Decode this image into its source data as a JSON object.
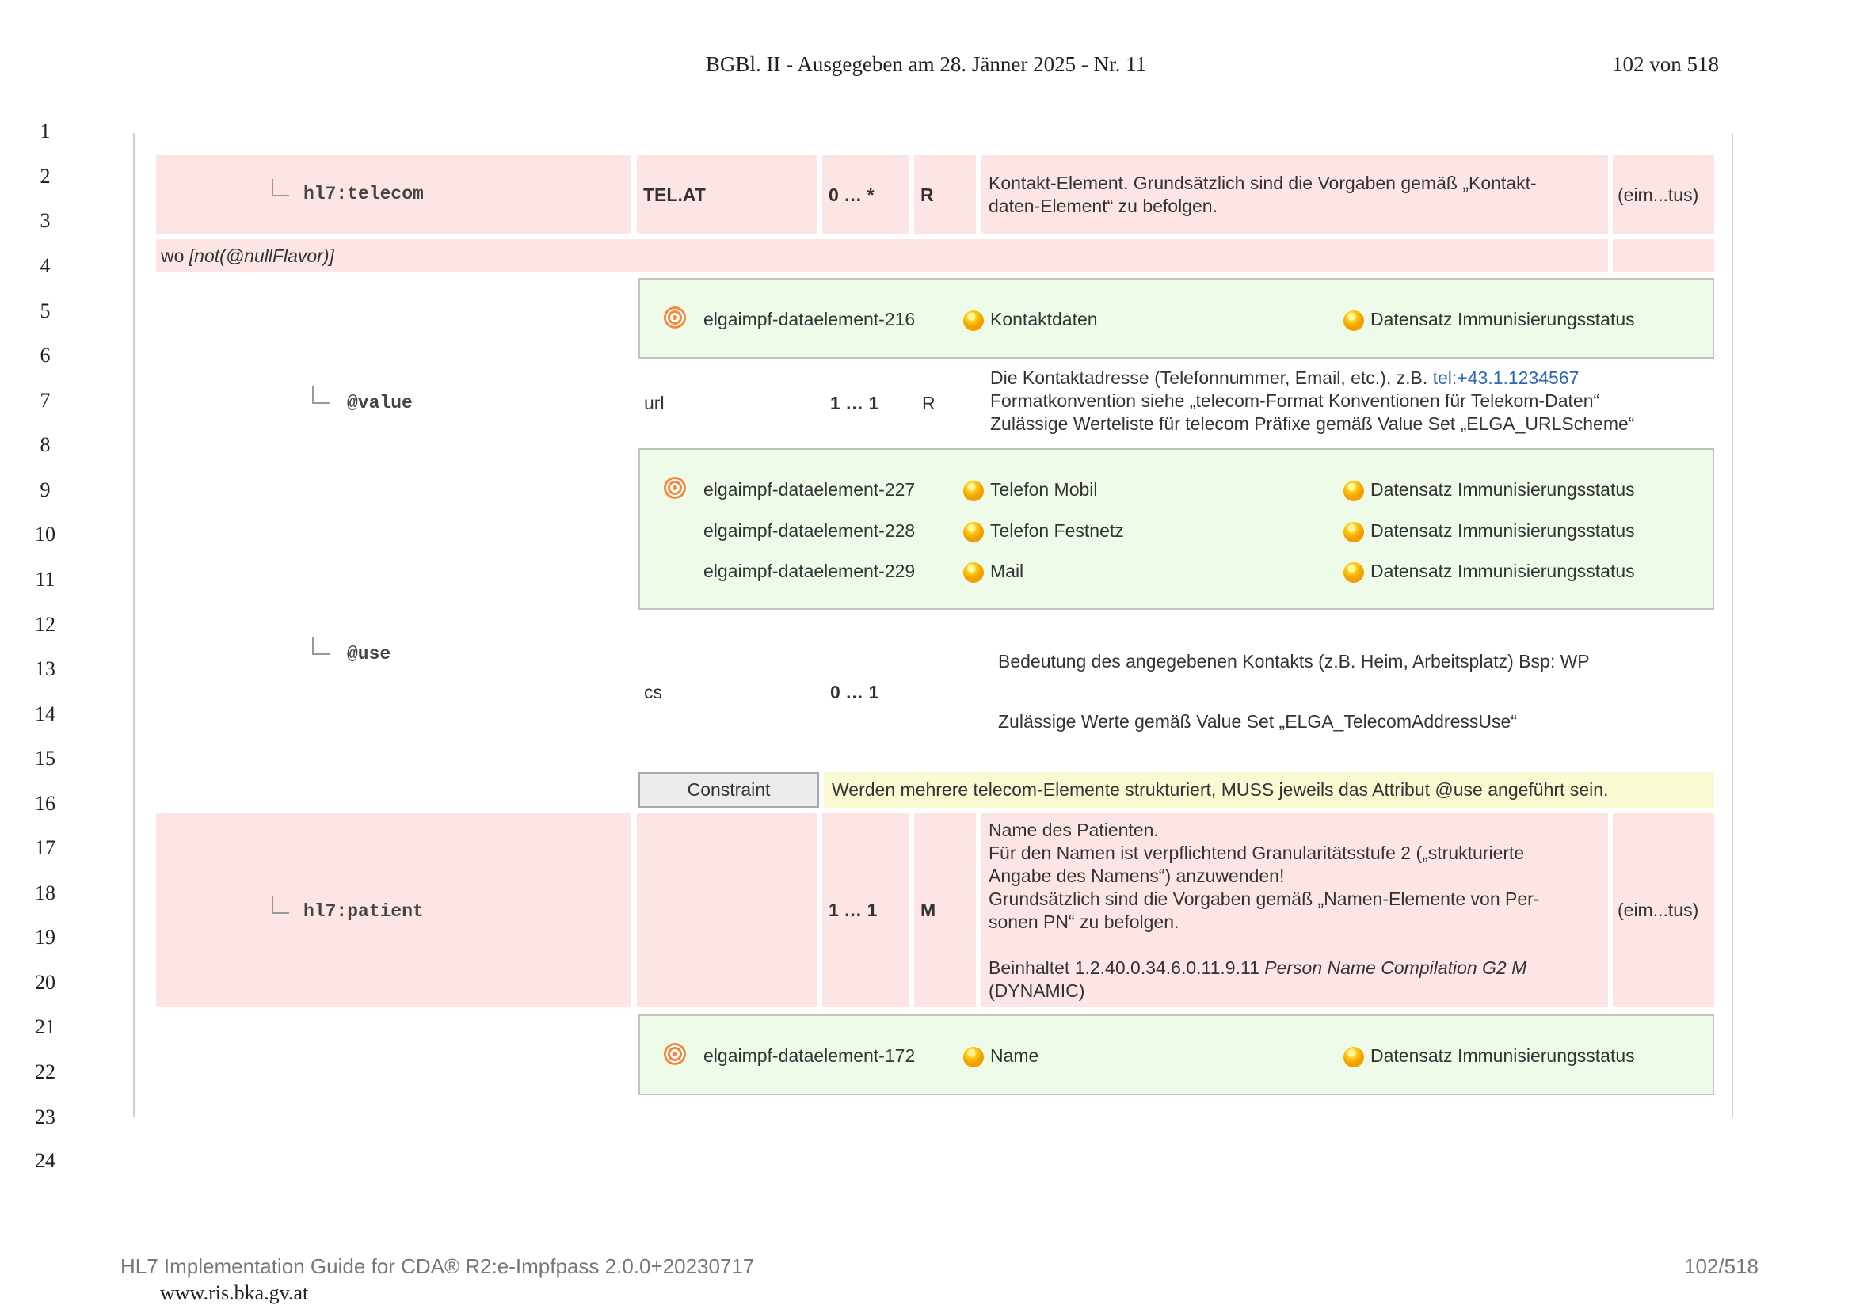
{
  "header": {
    "title": "BGBl. II - Ausgegeben am 28. Jänner 2025 - Nr. 11",
    "page": "102 von 518"
  },
  "line_numbers": [
    "1",
    "2",
    "3",
    "4",
    "5",
    "6",
    "7",
    "8",
    "9",
    "10",
    "11",
    "12",
    "13",
    "14",
    "15",
    "16",
    "17",
    "18",
    "19",
    "20",
    "21",
    "22",
    "23",
    "24"
  ],
  "telecom": {
    "name": "hl7:telecom",
    "datatype": "TEL.AT",
    "card": "0 … *",
    "conf": "R",
    "desc1": "Kontakt-Element. Grundsätzlich sind die Vorgaben gemäß „Kontakt-",
    "desc2": "daten-Element“ zu befolgen.",
    "src": "(eim...tus)",
    "cond_prefix": "wo ",
    "cond": "[not(@nullFlavor)]",
    "de_id": "elgaimpf-dataelement-216",
    "de_name": "Kontaktdaten",
    "de_set": "Datensatz Immunisierungsstatus"
  },
  "value": {
    "name": "@value",
    "datatype": "url",
    "card": "1 … 1",
    "conf": "R",
    "desc1_prefix": "Die Kontaktadresse (Telefonnummer, Email, etc.), z.B. ",
    "desc1_link": "tel:+43.1.1234567",
    "desc2": "Formatkonvention siehe „telecom-Format Konventionen für Telekom-Daten“",
    "desc3": "Zulässige Werteliste für telecom Präfixe gemäß Value Set „ELGA_URLScheme“",
    "elements": [
      {
        "id": "elgaimpf-dataelement-227",
        "name": "Telefon Mobil",
        "set": "Datensatz Immunisierungsstatus"
      },
      {
        "id": "elgaimpf-dataelement-228",
        "name": "Telefon Festnetz",
        "set": "Datensatz Immunisierungsstatus"
      },
      {
        "id": "elgaimpf-dataelement-229",
        "name": "Mail",
        "set": "Datensatz Immunisierungsstatus"
      }
    ]
  },
  "use": {
    "name": "@use",
    "datatype": "cs",
    "card": "0 … 1",
    "desc1": "Bedeutung des angegebenen Kontakts (z.B. Heim, Arbeitsplatz) Bsp: WP",
    "desc2": "Zulässige Werte gemäß Value Set „ELGA_TelecomAddressUse“",
    "constraint_label": "Constraint",
    "constraint_text": "Werden mehrere telecom-Elemente strukturiert, MUSS jeweils das Attribut @use angeführt sein."
  },
  "patient": {
    "name": "hl7:patient",
    "card": "1 … 1",
    "conf": "M",
    "desc1": "Name des Patienten.",
    "desc2": "Für den Namen ist verpflichtend Granularitätsstufe 2 („strukturierte",
    "desc3": "Angabe des Namens“) anzuwenden!",
    "desc4": "Grundsätzlich sind die Vorgaben gemäß „Namen-Elemente von Per-",
    "desc5": "sonen PN“ zu befolgen.",
    "desc6_prefix": "Beinhaltet 1.2.40.0.34.6.0.11.9.11 ",
    "desc6_ital": "Person Name Compilation G2 M",
    "desc7": "(DYNAMIC)",
    "src": "(eim...tus)",
    "de_id": "elgaimpf-dataelement-172",
    "de_name": "Name",
    "de_set": "Datensatz Immunisierungsstatus"
  },
  "footer": {
    "left": "HL7 Implementation Guide for CDA® R2:e-Impfpass 2.0.0+20230717",
    "right": "102/518",
    "url": "www.ris.bka.gv.at"
  }
}
